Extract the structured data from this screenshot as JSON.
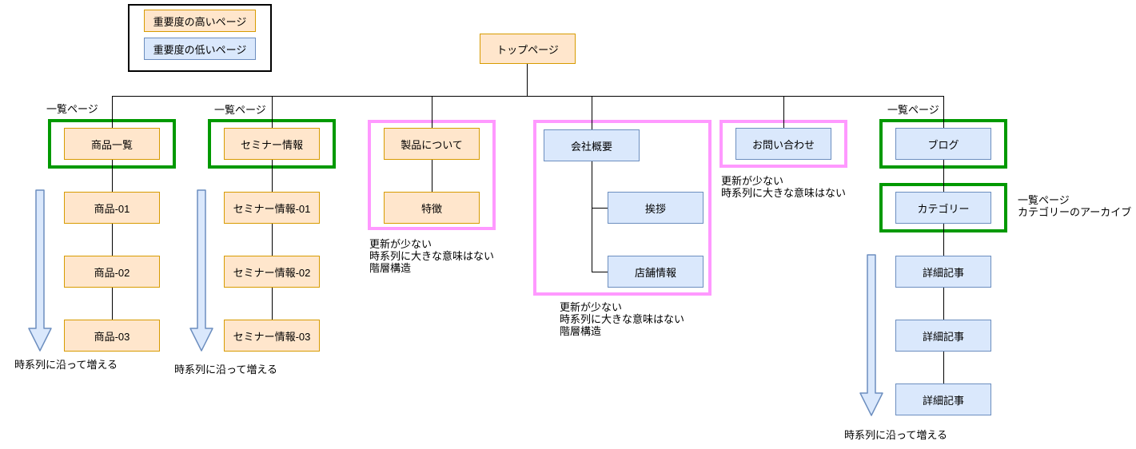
{
  "legend": {
    "high": "重要度の高いページ",
    "low": "重要度の低いページ"
  },
  "top_page": "トップページ",
  "products": {
    "list_label": "一覧ページ",
    "parent": "商品一覧",
    "items": [
      "商品-01",
      "商品-02",
      "商品-03"
    ],
    "timeline_note": "時系列に沿って増える"
  },
  "seminars": {
    "list_label": "一覧ページ",
    "parent": "セミナー情報",
    "items": [
      "セミナー情報-01",
      "セミナー情報-02",
      "セミナー情報-03"
    ],
    "timeline_note": "時系列に沿って増える"
  },
  "about_products": {
    "parent": "製品について",
    "child": "特徴",
    "note": [
      "更新が少ない",
      "時系列に大きな意味はない",
      "階層構造"
    ]
  },
  "company": {
    "parent": "会社概要",
    "children": [
      "挨拶",
      "店舗情報"
    ],
    "note": [
      "更新が少ない",
      "時系列に大きな意味はない",
      "階層構造"
    ]
  },
  "contact": {
    "parent": "お問い合わせ",
    "note": [
      "更新が少ない",
      "時系列に大きな意味はない"
    ]
  },
  "blog": {
    "list_label": "一覧ページ",
    "parent": "ブログ",
    "category": "カテゴリー",
    "category_note": [
      "一覧ページ",
      "カテゴリーのアーカイブ"
    ],
    "items": [
      "詳細記事",
      "詳細記事",
      "詳細記事"
    ],
    "timeline_note": "時系列に沿って増える"
  },
  "colors": {
    "high_importance_fill": "#FFE6CC",
    "high_importance_stroke": "#D79B00",
    "low_importance_fill": "#DAE8FC",
    "low_importance_stroke": "#6C8EBF",
    "green_frame": "#009900",
    "pink_frame": "#FF99FF",
    "connector": "#000000"
  }
}
